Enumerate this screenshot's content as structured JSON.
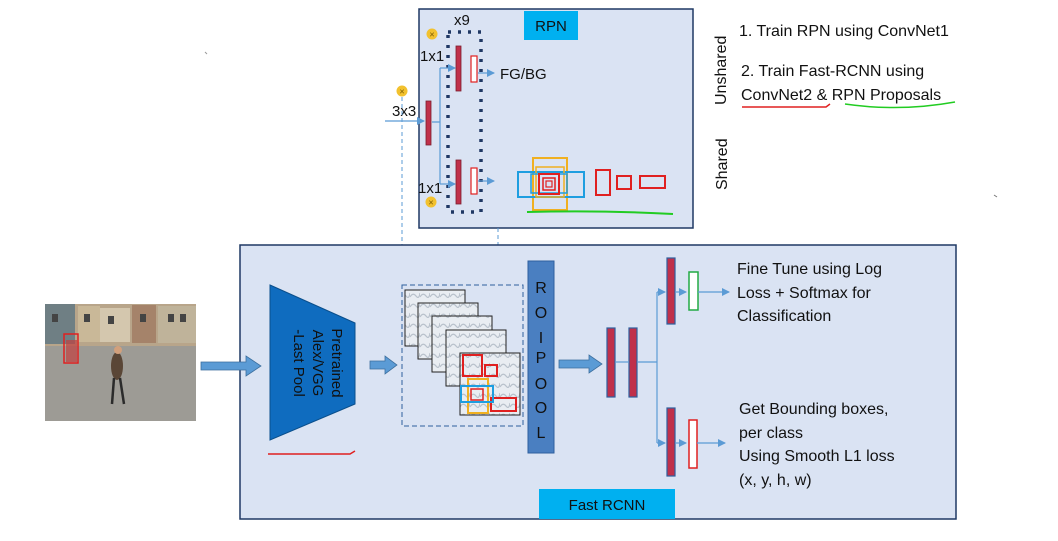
{
  "rpn": {
    "title": "RPN",
    "repeat_label": "x9",
    "conv_top_label": "1x1",
    "conv_bottom_label": "1x1",
    "conv_main_label": "3x3",
    "cls_output_label": "FG/BG"
  },
  "stages": {
    "unshared": "Unshared",
    "shared": "Shared",
    "step1": "1. Train RPN using ConvNet1",
    "step2_line1": "2. Train Fast-RCNN using",
    "step2_convnet": "ConvNet2",
    "step2_amp": "&",
    "step2_proposals": "RPN Proposals"
  },
  "fast_rcnn": {
    "title": "Fast RCNN",
    "backbone_lines": [
      "Pretrained",
      "Alex/VGG",
      "-Last Pool"
    ],
    "roi_pool_letters": [
      "R",
      "O",
      "I",
      "P",
      "O",
      "O",
      "L"
    ],
    "head_cls_lines": [
      "Fine Tune using Log",
      "Loss + Softmax for",
      "Classification"
    ],
    "head_bbox_lines": [
      "Get Bounding boxes,",
      "per class",
      "Using Smooth L1 loss",
      "(x, y, h, w)"
    ]
  },
  "colors": {
    "panel_fill": "#dae3f3",
    "panel_border": "#1f3864",
    "title_fill": "#00b0f0",
    "backbone_fill": "#0f6cbf",
    "roi_fill": "#4a7fc1",
    "roi_text": "#ffff00",
    "arrow": "#5b9bd5",
    "fc_fill": "#c0304a",
    "annot_red": "#e02020",
    "annot_green": "#22cc22",
    "box_orange": "#f0b020",
    "box_cyan": "#1e9ee0",
    "op_circle": "#f2c12e"
  }
}
